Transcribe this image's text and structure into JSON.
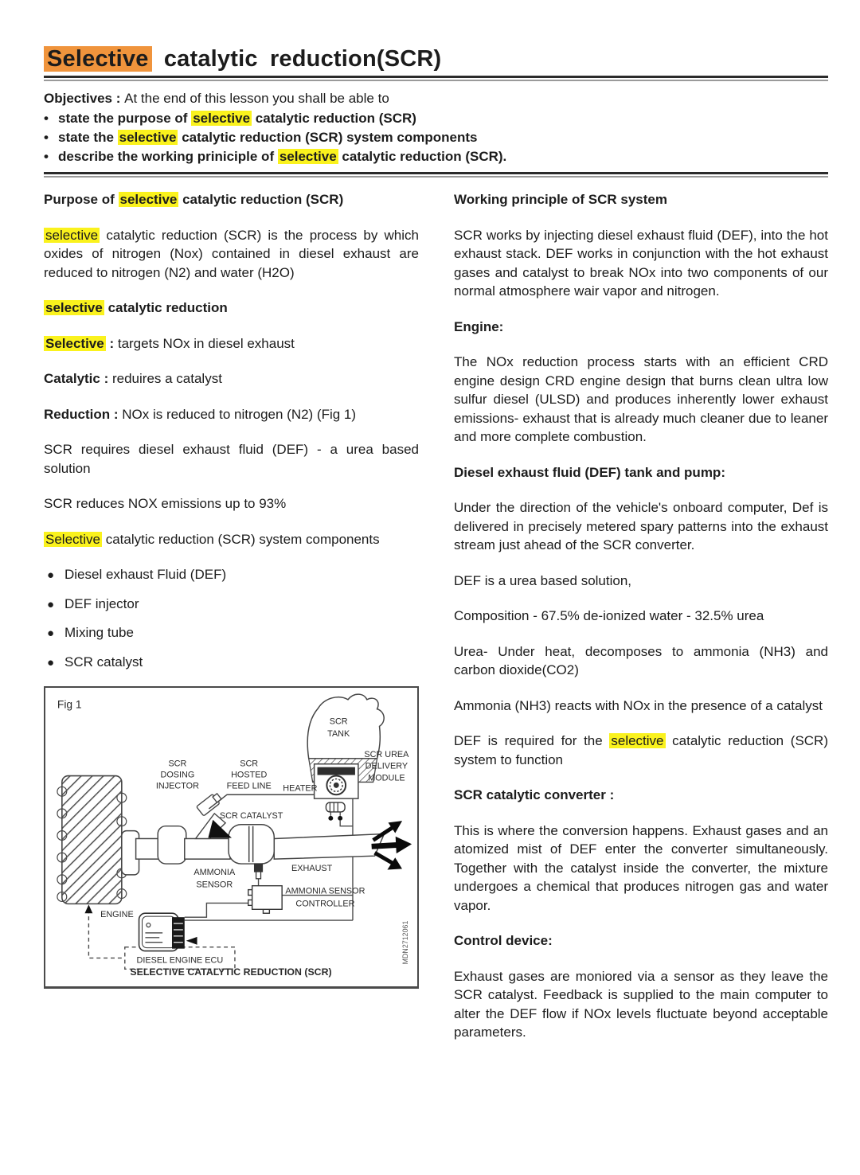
{
  "title": {
    "hl": "Selective",
    "rest": " catalytic reduction(SCR)"
  },
  "objectives": {
    "label": "Objectives : ",
    "intro": "At the end of this lesson you shall be able to",
    "bullets": [
      {
        "pre": "state the purpose of ",
        "hl": "selective",
        "post": " catalytic reduction (SCR)"
      },
      {
        "pre": "state the ",
        "hl": "selective",
        "post": " catalytic reduction (SCR) system components"
      },
      {
        "pre": "describe the working priniciple of ",
        "hl": "selective",
        "post": " catalytic reduction (SCR)."
      }
    ]
  },
  "left": {
    "heading1": {
      "pre": "Purpose of ",
      "hl": "selective",
      "post": " catalytic reduction (SCR)"
    },
    "para1": {
      "hl": "selective",
      "post": " catalytic reduction (SCR) is the process by which oxides of nitrogen (Nox) contained in diesel exhaust are reduced to nitrogen (N2) and water (H2O)"
    },
    "heading2": {
      "hl": "selective",
      "post": " catalytic reduction"
    },
    "def_selective": {
      "term": "Selective",
      "sep": " : ",
      "text": "targets NOx in diesel exhaust"
    },
    "def_catalytic": {
      "term": "Catalytic : ",
      "text": "reduires a catalyst"
    },
    "def_reduction": {
      "term": "Reduction : ",
      "text": "NOx is reduced to nitrogen (N2) (Fig 1)"
    },
    "para2": "SCR requires diesel exhaust fluid (DEF) - a urea based solution",
    "para3": "SCR reduces NOX emissions up to 93%",
    "heading3": {
      "hl": "Selective",
      "post": " catalytic reduction (SCR) system components"
    },
    "components": [
      "Diesel exhaust Fluid (DEF)",
      "DEF injector",
      "Mixing tube",
      "SCR catalyst"
    ]
  },
  "right": {
    "heading1": "Working principle of SCR system",
    "para1": "SCR works by injecting diesel exhaust fluid (DEF), into the hot exhaust stack. DEF works in conjunction with the hot exhaust gases and catalyst to break NOx into two components of our normal atmosphere wair vapor and nitrogen.",
    "heading2": "Engine:",
    "para2": "The NOx reduction process starts with an efficient CRD engine design CRD engine design that burns clean ultra low sulfur diesel (ULSD) and produces inherently lower exhaust emissions- exhaust that is already much cleaner due to leaner and more complete combustion.",
    "heading3": "Diesel exhaust fluid (DEF) tank and pump:",
    "para3": "Under the direction of the vehicle's onboard computer, Def is delivered in precisely metered spary patterns into the exhaust stream just ahead of the SCR converter.",
    "para4": "DEF is a urea based solution,",
    "para5": "Composition - 67.5% de-ionized water - 32.5% urea",
    "para6": "Urea- Under heat, decomposes to ammonia (NH3) and carbon dioxide(CO2)",
    "para7": "Ammonia (NH3) reacts with NOx  in the presence of a catalyst",
    "para8": {
      "pre": "DEF is required for the ",
      "hl": "selective",
      "post": " catalytic reduction (SCR) system to function"
    },
    "heading4": "SCR catalytic converter :",
    "para9": "This is where the conversion happens. Exhaust gases and an atomized mist of DEF enter the converter simultaneously. Together with the catalyst inside the converter, the mixture undergoes a chemical that produces nitrogen gas and water vapor.",
    "heading5": "Control device:",
    "para10": "Exhaust gases are moniored via a sensor as they leave the SCR catalyst. Feedback is supplied to the main computer to alter the DEF flow if NOx levels fluctuate beyond acceptable parameters."
  },
  "figure": {
    "fig_label": "Fig 1",
    "caption": "SELECTIVE CATALYTIC REDUCTION (SCR)",
    "code": "MDN2712061",
    "labels": {
      "tank": [
        "SCR",
        "TANK"
      ],
      "dosing_injector": [
        "SCR",
        "DOSING",
        "INJECTOR"
      ],
      "feed_line": [
        "SCR",
        "HOSTED",
        "FEED LINE"
      ],
      "heater": "HEATER",
      "delivery_module": [
        "SCR UREA",
        "DELIVERY",
        "MODULE"
      ],
      "catalyst": "SCR CATALYST",
      "exhaust": "EXHAUST",
      "ammonia_sensor": [
        "AMMONIA",
        "SENSOR"
      ],
      "ammonia_controller": [
        "AMMONIA SENSOR",
        "CONTROLLER"
      ],
      "engine": "ENGINE",
      "ecu": "DIESEL ENGINE ECU"
    }
  },
  "colors": {
    "highlight_orange": "#F0943C",
    "highlight_yellow": "#FAF21D"
  }
}
